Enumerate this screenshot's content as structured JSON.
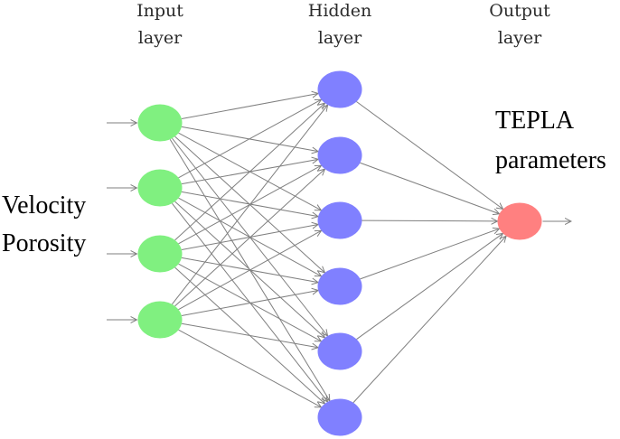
{
  "diagram": {
    "titles": {
      "input": [
        "Input",
        "layer"
      ],
      "hidden": [
        "Hidden",
        "layer"
      ],
      "output": [
        "Output",
        "layer"
      ]
    },
    "input_label_lines": [
      "Velocity",
      "Porosity"
    ],
    "output_label_lines": [
      "TEPLA",
      "parameters"
    ],
    "layer_sizes": {
      "input": 4,
      "hidden": 6,
      "output": 1
    },
    "colors": {
      "input": "#80f080",
      "hidden": "#8080ff",
      "output": "#ff8080",
      "edge": "#7f7f7f",
      "text": "#000000"
    }
  }
}
